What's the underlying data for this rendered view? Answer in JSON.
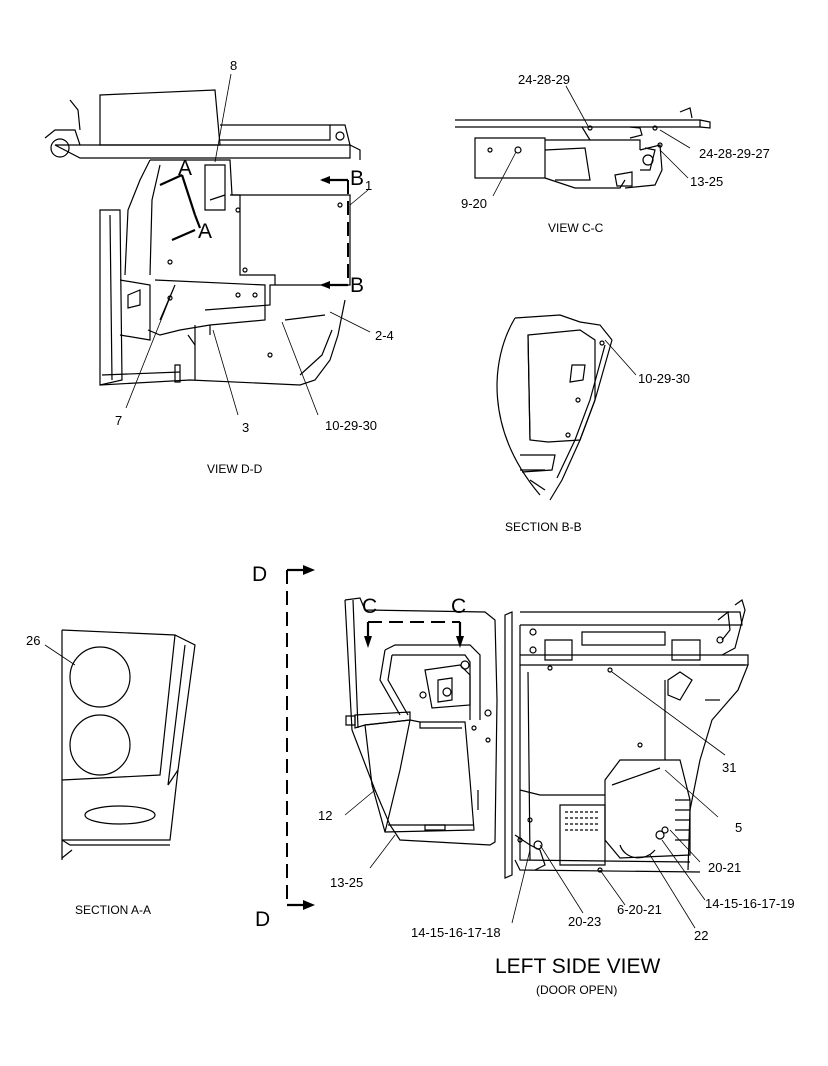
{
  "callouts": {
    "c8": "8",
    "c1": "1",
    "c2_4": "2-4",
    "c7": "7",
    "c3": "3",
    "c10_29_30_d": "10-29-30",
    "c24_28_29": "24-28-29",
    "c24_28_29_27": "24-28-29-27",
    "c13_25_c": "13-25",
    "c9_20": "9-20",
    "c10_29_30_b": "10-29-30",
    "c26": "26",
    "c12": "12",
    "c13_25_l": "13-25",
    "c31": "31",
    "c5": "5",
    "c20_21": "20-21",
    "c14_19": "14-15-16-17-19",
    "c22": "22",
    "c6_20_21": "6-20-21",
    "c20_23": "20-23",
    "c14_18": "14-15-16-17-18"
  },
  "section_letters": {
    "a_top": "A",
    "a_bottom": "A",
    "b_top": "B",
    "b_bottom": "B",
    "c_left": "C",
    "c_right": "C",
    "d_top": "D",
    "d_bottom": "D"
  },
  "captions": {
    "view_dd": "VIEW D-D",
    "view_cc": "VIEW C-C",
    "section_bb": "SECTION B-B",
    "section_aa": "SECTION A-A",
    "left_side_view": "LEFT SIDE VIEW",
    "door_open": "(DOOR OPEN)"
  }
}
